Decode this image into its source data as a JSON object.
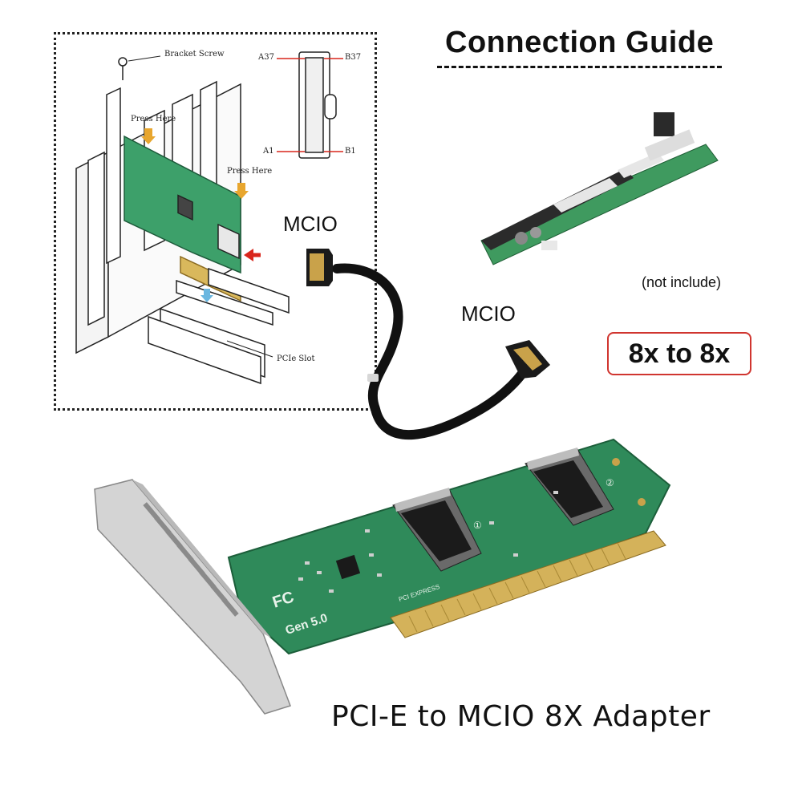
{
  "title": "Connection Guide",
  "mcio_label_1": "MCIO",
  "mcio_label_2": "MCIO",
  "riser_note": "(not include)",
  "badge": "8x to 8x",
  "caption": "PCI-E  to MCIO 8X Adapter",
  "diagram": {
    "bracket_screw": "Bracket Screw",
    "press_here_1": "Press Here",
    "press_here_2": "Press Here",
    "pcie_slot": "PCIe Slot",
    "pin_a37": "A37",
    "pin_b37": "B37",
    "pin_a1": "A1",
    "pin_b1": "B1"
  },
  "card_marks": {
    "fc": "FC",
    "gen": "Gen 5.0",
    "port_1": "①",
    "port_2": "②",
    "pci_express": "PCI EXPRESS"
  },
  "colors": {
    "pcb_green": "#2f8a5a",
    "badge_border": "#d0352f",
    "cable": "#111111",
    "gold_fingers": "#d4b25a",
    "bracket": "#cfcfcf"
  }
}
